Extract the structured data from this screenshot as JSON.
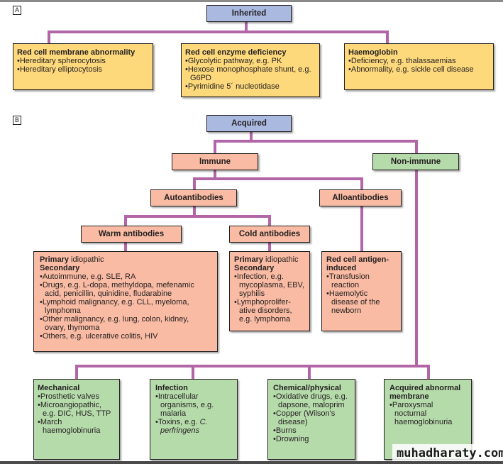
{
  "section_a": {
    "label": "A",
    "root": "Inherited",
    "children": [
      {
        "title": "Red cell membrane abnormality",
        "items": [
          "Hereditary spherocytosis",
          "Hereditary elliptocytosis"
        ]
      },
      {
        "title": "Red cell enzyme deficiency",
        "items": [
          "Glycolytic pathway, e.g. PK",
          "Hexose monophosphate shunt, e.g. G6PD",
          "Pyrimidine 5´ nucleotidase"
        ]
      },
      {
        "title": "Haemoglobin",
        "items": [
          "Deficiency, e.g. thalassaemias",
          "Abnormality, e.g. sickle cell disease"
        ]
      }
    ]
  },
  "section_b": {
    "label": "B",
    "root": "Acquired",
    "immune": "Immune",
    "non_immune": "Non-immune",
    "autoantibodies": "Autoantibodies",
    "alloantibodies": "Alloantibodies",
    "warm": "Warm antibodies",
    "cold": "Cold antibodies",
    "warm_detail": {
      "primary_bold": "Primary",
      "primary_rest": " idiopathic",
      "secondary": "Secondary",
      "items": [
        "Autoimmune, e.g. SLE, RA",
        "Drugs, e.g. L-dopa, methyldopa, mefenamic acid, penicillin, quinidine, fludarabine",
        "Lymphoid malignancy, e.g. CLL, myeloma, lymphoma",
        "Other malignancy, e.g. lung, colon, kidney, ovary, thymoma",
        "Others, e.g. ulcerative colitis, HIV"
      ]
    },
    "cold_detail": {
      "primary_bold": "Primary",
      "primary_rest": " idiopathic",
      "secondary": "Secondary",
      "items": [
        "Infection, e.g. mycoplasma, EBV, syphilis",
        "Lymphoprolifer-ative disorders, e.g. lymphoma"
      ]
    },
    "allo_detail": {
      "title": "Red cell antigen-induced",
      "items": [
        "Transfusion reaction",
        "Haemolytic disease of the newborn"
      ]
    },
    "non_immune_children": [
      {
        "title": "Mechanical",
        "items": [
          "Prosthetic valves",
          "Microangiopathic, e.g. DIC, HUS, TTP",
          "March haemoglobinuria"
        ]
      },
      {
        "title": "Infection",
        "items": [
          "Intracellular organisms, e.g. malaria"
        ],
        "toxins_prefix": "Toxins, e.g.",
        "toxins_italic": "C. perfringens"
      },
      {
        "title": "Chemical/physical",
        "items": [
          "Oxidative drugs, e.g. dapsone, maloprim",
          "Copper (Wilson's disease)",
          "Burns",
          "Drowning"
        ]
      },
      {
        "title": "Acquired abnormal membrane",
        "items": [
          "Paroxysmal nocturnal haemoglobinuria"
        ]
      }
    ]
  },
  "watermark": "muhadharaty.com",
  "colors": {
    "connector": "#b266a8",
    "blue": "#a9b9e0",
    "yellow": "#fdd97c",
    "salmon": "#f9bba3",
    "green": "#b6dbab"
  }
}
